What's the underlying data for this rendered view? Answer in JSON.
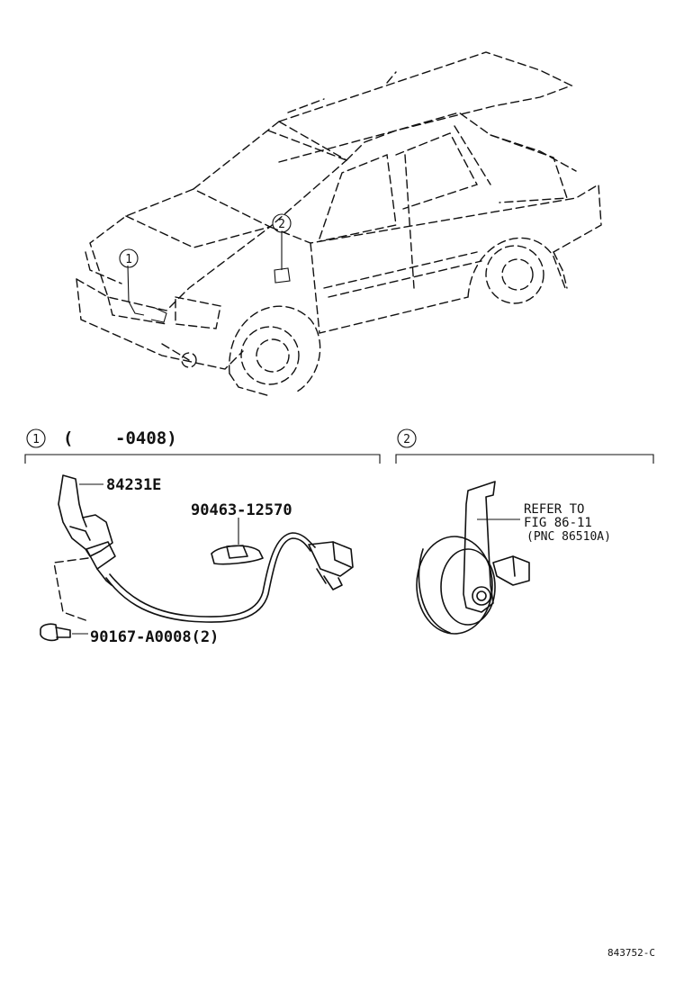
{
  "callouts": {
    "one": "1",
    "two": "2"
  },
  "section1": {
    "callout": "1",
    "range_open": "(",
    "range": "-0408)"
  },
  "section2": {
    "callout": "2"
  },
  "parts": {
    "p84231e": "84231E",
    "p90463": "90463-12570",
    "p90167": "90167-A0008(2)"
  },
  "refer": {
    "line1": "REFER TO",
    "line2": "FIG 86-11",
    "line3": "(PNC 86510A)"
  },
  "drawing_number": "843752-C"
}
